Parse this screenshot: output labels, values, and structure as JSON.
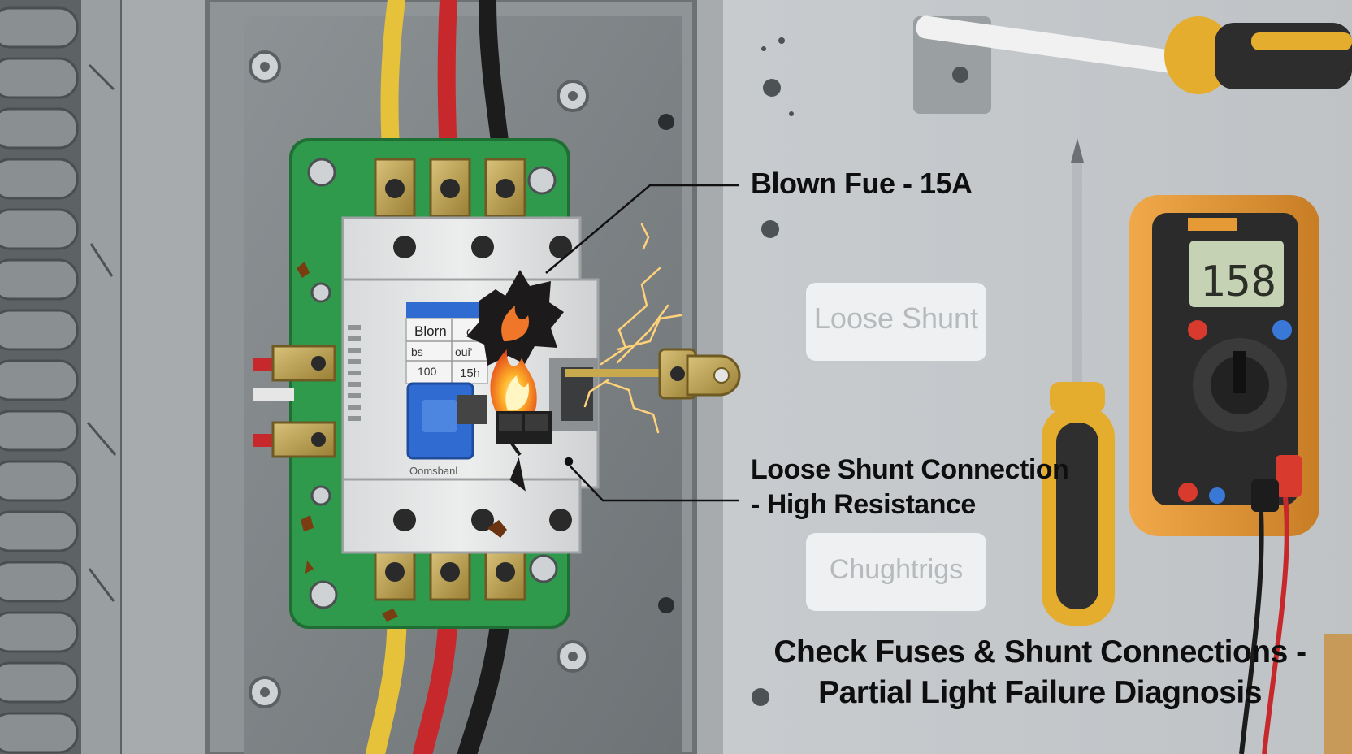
{
  "callouts": {
    "blown_fuse": "Blown Fue - 15A",
    "loose_shunt_line1": "Loose Shunt Connection",
    "loose_shunt_line2": "- High Resistance"
  },
  "caption": {
    "line1": "Check Fuses & Shunt Connections -",
    "line2": "Partial Light Failure Diagnosis"
  },
  "wall_signs": {
    "sign1": "Loose Shunt",
    "sign2": "Chughtrigs"
  },
  "breaker_label": {
    "r1c1": "Blorn",
    "r1c2": "ω",
    "r2c1": "bs",
    "r2c2": "oui'",
    "r3c1": "100",
    "r3c2": "15h",
    "brand": "Oomsbanl"
  },
  "multimeter": {
    "display": "158"
  },
  "colors": {
    "panel_gray": "#b9bdbf",
    "board_green": "#2f9a4c",
    "breaker_blue": "#2f6bd1",
    "multimeter_orange": "#e79a35",
    "wire_yellow": "#e6c23a",
    "wire_red": "#c7282b",
    "wire_black": "#1c1c1c"
  }
}
